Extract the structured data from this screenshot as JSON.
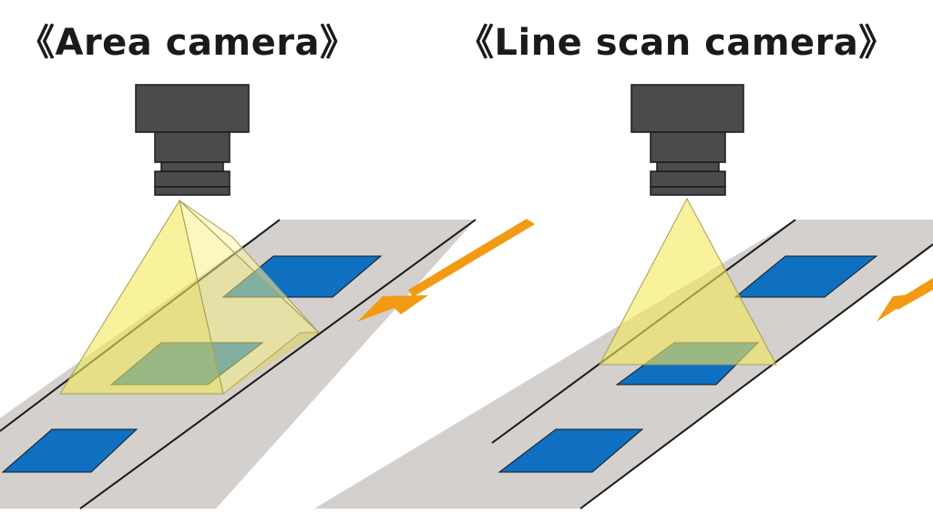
{
  "panels": [
    {
      "title": "《Area camera》",
      "camera_type": "area",
      "field_of_view": "pyramid"
    },
    {
      "title": "《Line scan camera》",
      "camera_type": "line-scan",
      "field_of_view": "line"
    }
  ],
  "colors": {
    "camera_body": "#4b4b4d",
    "belt": "#d3d0cd",
    "object": "#0f6fc0",
    "light": "#f5ea5a",
    "arrow": "#f39a13",
    "outline": "#1a1a1a"
  },
  "direction_arrow": "conveyor-direction-down-left"
}
